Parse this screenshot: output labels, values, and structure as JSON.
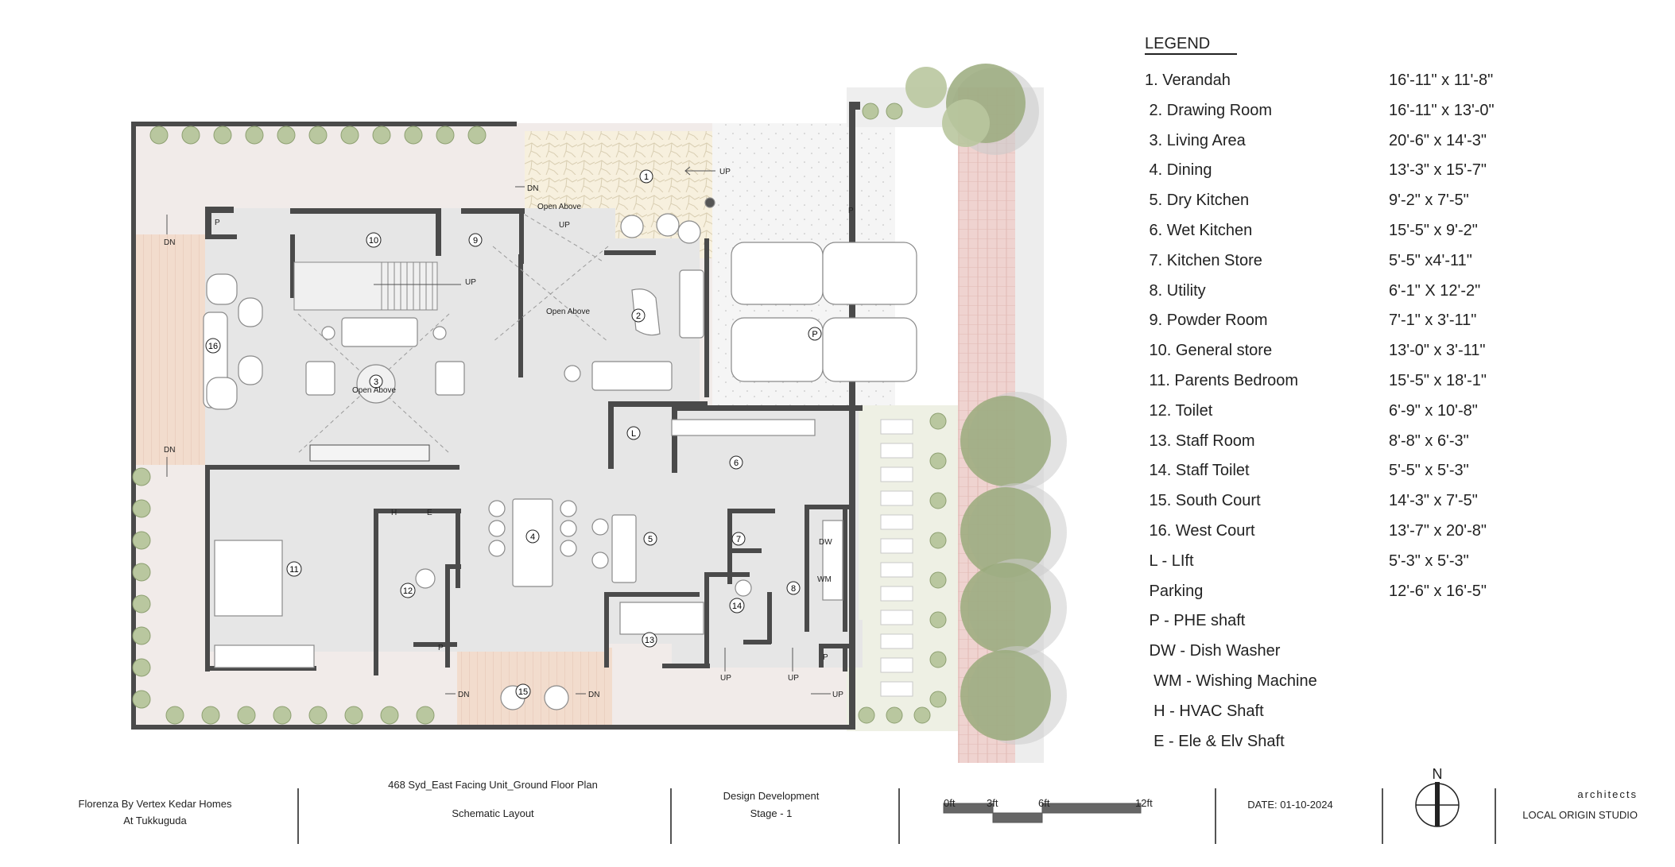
{
  "legend": {
    "title": "LEGEND",
    "items": [
      {
        "label": "1. Verandah",
        "dim": "16'-11\" x 11'-8\""
      },
      {
        "label": " 2. Drawing Room",
        "dim": "16'-11\" x 13'-0\""
      },
      {
        "label": " 3. Living Area",
        "dim": "20'-6\" x 14'-3\""
      },
      {
        "label": " 4. Dining",
        "dim": "13'-3\" x 15'-7\""
      },
      {
        "label": " 5. Dry Kitchen",
        "dim": "9'-2\" x 7'-5\""
      },
      {
        "label": " 6. Wet Kitchen",
        "dim": "15'-5\" x 9'-2\""
      },
      {
        "label": " 7. Kitchen Store",
        "dim": "5'-5\" x4'-11\""
      },
      {
        "label": " 8. Utility",
        "dim": "6'-1\" X 12'-2\""
      },
      {
        "label": " 9. Powder Room",
        "dim": "7'-1\" x 3'-11\""
      },
      {
        "label": " 10. General store",
        "dim": "13'-0\" x 3'-11\""
      },
      {
        "label": " 11. Parents Bedroom",
        "dim": "15'-5\" x 18'-1\""
      },
      {
        "label": " 12. Toilet",
        "dim": "6'-9\" x 10'-8\""
      },
      {
        "label": " 13. Staff Room",
        "dim": "8'-8\" x 6'-3\""
      },
      {
        "label": " 14. Staff Toilet",
        "dim": "5'-5\" x 5'-3\""
      },
      {
        "label": " 15. South Court",
        "dim": "14'-3\" x 7'-5\""
      },
      {
        "label": " 16. West Court",
        "dim": "13'-7\" x 20'-8\""
      },
      {
        "label": " L - LIft",
        "dim": "5'-3\" x 5'-3\""
      },
      {
        "label": " Parking",
        "dim": "12'-6\" x 16'-5\""
      },
      {
        "label": " P - PHE shaft",
        "dim": ""
      },
      {
        "label": " DW - Dish Washer",
        "dim": ""
      },
      {
        "label": "  WM - Wishing Machine",
        "dim": ""
      },
      {
        "label": "  H - HVAC Shaft",
        "dim": ""
      },
      {
        "label": "  E - Ele & Elv Shaft",
        "dim": ""
      }
    ]
  },
  "plan": {
    "room_numbers": [
      "1",
      "2",
      "3",
      "4",
      "5",
      "6",
      "7",
      "8",
      "9",
      "10",
      "11",
      "12",
      "13",
      "14",
      "15",
      "16"
    ],
    "tags": {
      "lift": "L",
      "parking": "P",
      "shaft": "P",
      "hvac": "H",
      "elec": "E",
      "dw": "DW",
      "wm": "WM"
    },
    "notes": {
      "open_above": "Open Above",
      "up": "UP",
      "dn": "DN"
    }
  },
  "titleblock": {
    "client_line1": "Florenza By Vertex Kedar Homes",
    "client_line2": "At Tukkuguda",
    "drawing_title": "468 Syd_East Facing Unit_Ground Floor Plan",
    "drawing_subtitle": "Schematic Layout",
    "stage_line1": "Design Development",
    "stage_line2": "Stage - 1",
    "scale_labels": [
      "0ft",
      "3ft",
      "6ft",
      "12ft"
    ],
    "date": "DATE: 01-10-2024",
    "north": "N",
    "firm_line1": "architects",
    "firm_line2": "LOCAL ORIGIN STUDIO"
  },
  "colors": {
    "wall": "#4a4a4a",
    "interior_floor": "#e6e6e6",
    "courtyard_floor": "#f1ebe9",
    "deck": "#f2dccd",
    "verandah_paving": "#f7f0de",
    "parking_paving": "#f4f4f4",
    "tree": "#9aaa7c",
    "shrub": "#b9c79f",
    "footpath": "#efd3d0"
  }
}
